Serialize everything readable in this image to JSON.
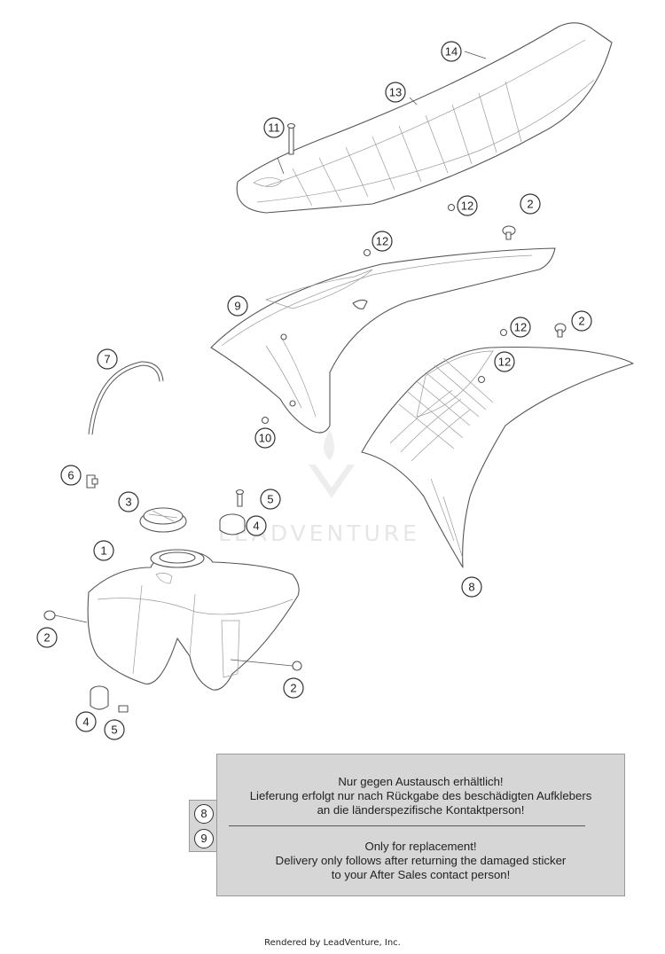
{
  "callouts": {
    "c1": "1",
    "c2a": "2",
    "c2b": "2",
    "c2c": "2",
    "c2d": "2",
    "c3": "3",
    "c4a": "4",
    "c4b": "4",
    "c5a": "5",
    "c5b": "5",
    "c6": "6",
    "c7": "7",
    "c8": "8",
    "c9": "9",
    "c10": "10",
    "c11": "11",
    "c12a": "12",
    "c12b": "12",
    "c12c": "12",
    "c12d": "12",
    "c13": "13",
    "c14": "14"
  },
  "watermark": "LEADVENTURE",
  "note": {
    "refs": [
      "8",
      "9"
    ],
    "german": [
      "Nur gegen Austausch erhältlich!",
      "Lieferung erfolgt nur nach Rückgabe des beschädigten Aufklebers",
      "an die länderspezifische Kontaktperson!"
    ],
    "english": [
      "Only for replacement!",
      "Delivery only follows after returning the damaged sticker",
      "to your After Sales contact person!"
    ]
  },
  "footer": "Rendered by LeadVenture, Inc."
}
